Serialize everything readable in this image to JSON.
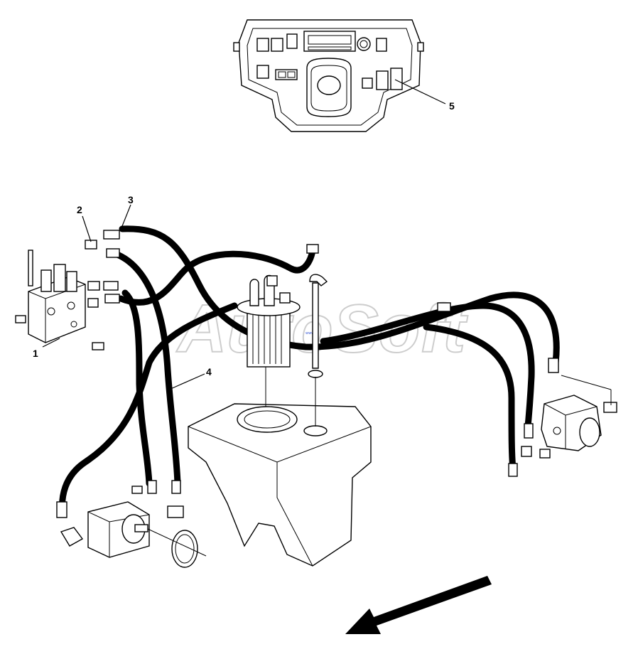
{
  "diagram": {
    "callouts": [
      {
        "id": "1",
        "label": "1"
      },
      {
        "id": "2",
        "label": "2"
      },
      {
        "id": "3",
        "label": "3"
      },
      {
        "id": "4",
        "label": "4"
      },
      {
        "id": "5",
        "label": "5"
      }
    ],
    "watermark": "AutoSoft",
    "watermark_small": "www"
  }
}
